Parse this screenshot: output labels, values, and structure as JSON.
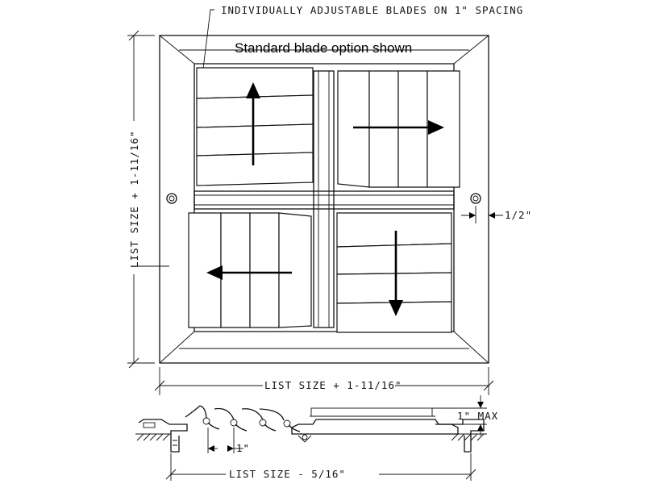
{
  "labels": {
    "blades_note": "INDIVIDUALLY ADJUSTABLE BLADES ON 1\" SPACING",
    "option_shown": "Standard blade option shown",
    "height_dim": "LIST SIZE + 1-11/16\"",
    "width_dim": "LIST SIZE + 1-11/16\"",
    "flange_dim": "1/2\"",
    "depth_max": "1\" MAX",
    "blade_spacing": "1\"",
    "section_dim": "LIST SIZE - 5/16\""
  }
}
